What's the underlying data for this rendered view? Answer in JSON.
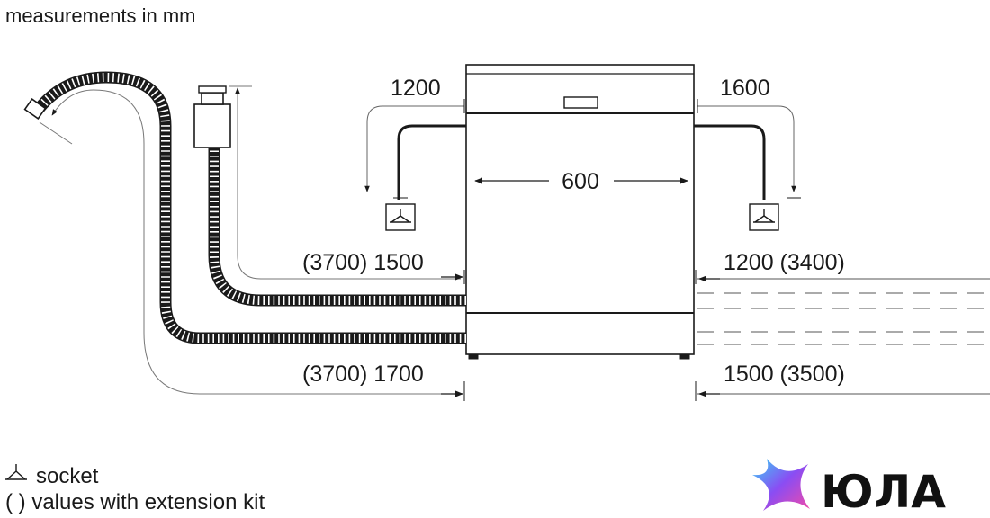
{
  "header": {
    "units_note": "measurements in mm"
  },
  "dimensions": {
    "width": "600",
    "power_left_height": "1200",
    "power_right_height": "1600",
    "drain_left": "(3700) 1500",
    "supply_left": "(3700) 1700",
    "drain_right": "1200 (3400)",
    "supply_right": "1500 (3500)"
  },
  "legend": {
    "socket_label": "socket",
    "extension_label": "( ) values with extension kit"
  },
  "branding": {
    "logo_text": "ЮЛА",
    "colors": {
      "gradient_a": "#38d3f5",
      "gradient_b": "#8a4df3",
      "gradient_c": "#f24aa8"
    }
  },
  "icons": [
    "socket-icon",
    "arrow-icon",
    "yula-logo-icon"
  ]
}
